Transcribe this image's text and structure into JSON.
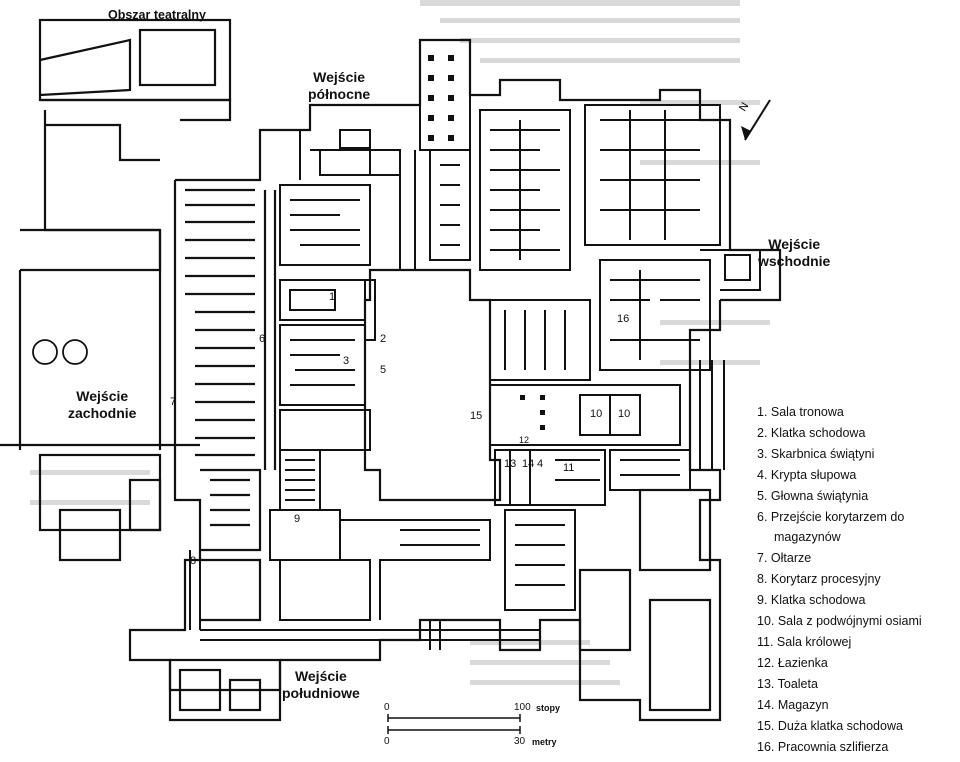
{
  "labels": {
    "theatral": "Obszar teatralny",
    "north": "Wejście\npółnocne",
    "east": "Wejście\nwschodnie",
    "west": "Wejście\nzachodnie",
    "south": "Wejście\npołudniowe"
  },
  "numbers": [
    "1",
    "2",
    "3",
    "4",
    "5",
    "6",
    "7",
    "8",
    "9",
    "10",
    "10",
    "11",
    "12",
    "13",
    "14",
    "15",
    "16"
  ],
  "legend": [
    "1. Sala tronowa",
    "2. Klatka schodowa",
    "3. Skarbnica świątyni",
    "4. Krypta słupowa",
    "5. Głowna świątynia",
    "6. Przejście korytarzem do",
    "magazynów",
    "7. Ołtarze",
    "8. Korytarz procesyjny",
    "9. Klatka schodowa",
    "10. Sala z podwójnymi osiami",
    "11. Sala królowej",
    "12. Łazienka",
    "13. Toaleta",
    "14. Magazyn",
    "15. Duża klatka schodowa",
    "16. Pracownia szlifierza"
  ],
  "scale": {
    "feet_zero": "0",
    "feet_max": "100",
    "feet_unit": "stopy",
    "meters_zero": "0",
    "meters_max": "30",
    "meters_unit": "metry"
  },
  "north_arrow": "N"
}
